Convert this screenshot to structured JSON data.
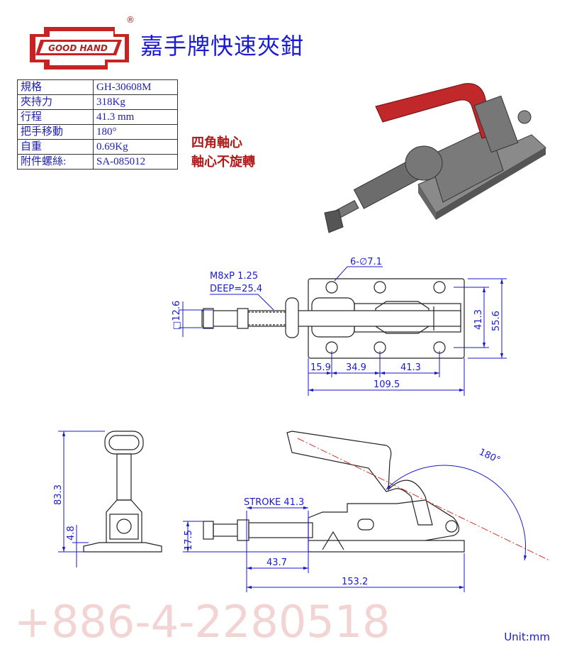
{
  "logo": {
    "text": "GOOD HAND",
    "registered": "®"
  },
  "title": "嘉手牌快速夾鉗",
  "spec_table": [
    {
      "key": "規格",
      "value": "GH-30608M"
    },
    {
      "key": "夾持力",
      "value": "318Kg"
    },
    {
      "key": "行程",
      "value": "41.3 mm"
    },
    {
      "key": "把手移動",
      "value": "180°"
    },
    {
      "key": "自重",
      "value": "0.69Kg"
    },
    {
      "key": "附件螺絲:",
      "value": "SA-085012"
    }
  ],
  "note": [
    "四角軸心",
    "軸心不旋轉"
  ],
  "top_view": {
    "thread_callout": [
      "M8xP 1.25",
      "DEEP=25.4"
    ],
    "hole_callout": "6-∅7.1",
    "square_shaft": "□12.6",
    "dims": {
      "hole_pitch_v": "41.3",
      "plate_width": "55.6",
      "d1": "15.9",
      "d2": "34.9",
      "d3": "41.3",
      "plate_length": "109.5"
    }
  },
  "side_view": {
    "stroke": "STROKE 41.3",
    "angle": "180°",
    "height": "17.5",
    "d1": "43.7",
    "total_length": "153.2"
  },
  "front_view": {
    "height": "83.3",
    "base_thickness": "4.8"
  },
  "watermark": "+886-4-2280518",
  "unit": "Unit:mm",
  "colors": {
    "dimension": "#1a1ad0",
    "handle": "#c0282a",
    "note": "#b01818"
  }
}
